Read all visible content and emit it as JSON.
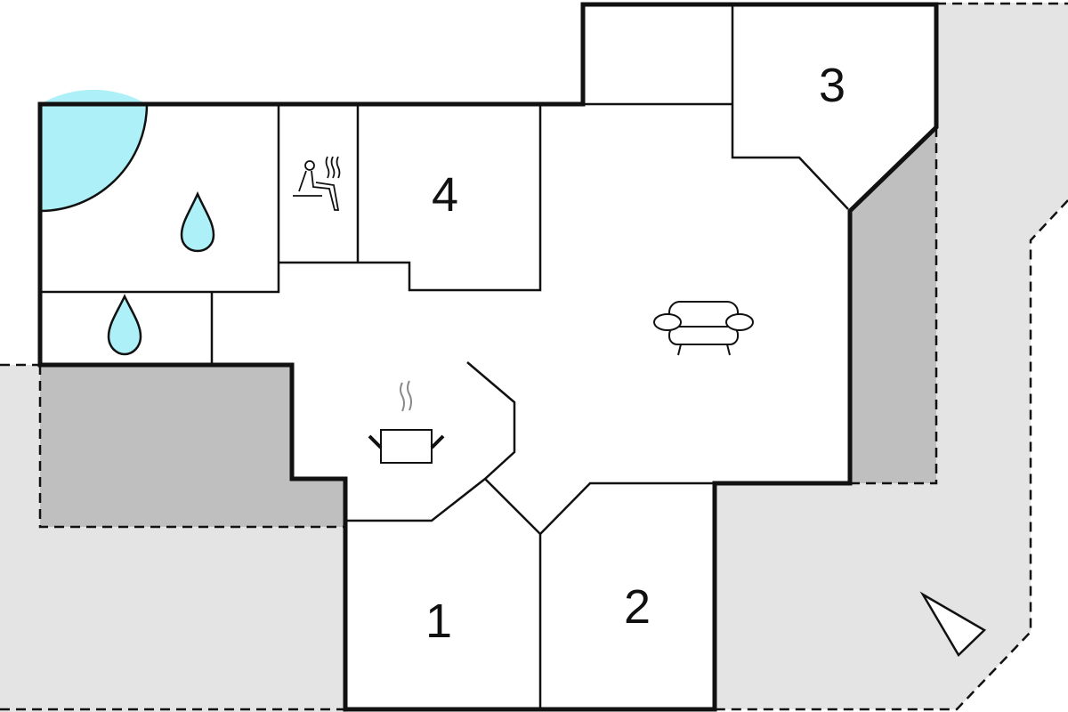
{
  "plan": {
    "rooms": {
      "bedroom_1": "1",
      "bedroom_2": "2",
      "bedroom_3": "3",
      "bedroom_4": "4"
    },
    "icons": [
      "shower-drop-icon",
      "shower-drop-icon",
      "sauna-icon",
      "kitchen-pot-icon",
      "sofa-icon",
      "north-arrow-icon"
    ],
    "colors": {
      "terrace": "#e4e4e4",
      "covered_patio": "#bfbfbf",
      "water": "#aef0f8",
      "wall": "#111111"
    }
  }
}
